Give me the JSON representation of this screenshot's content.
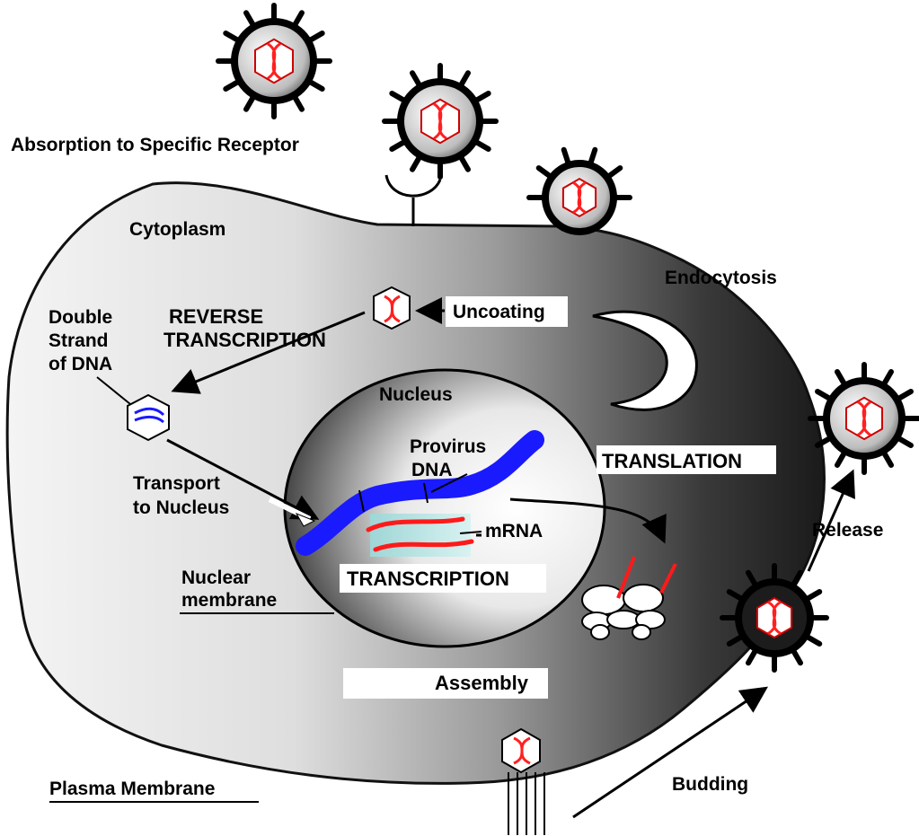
{
  "labels": {
    "absorption": "Absorption to Specific Receptor",
    "cytoplasm": "Cytoplasm",
    "endocytosis": "Endocytosis",
    "uncoating": "Uncoating",
    "double_strand_1": "Double",
    "double_strand_2": "Strand",
    "double_strand_3": "of DNA",
    "reverse_transcription_1": "REVERSE",
    "reverse_transcription_2": "TRANSCRIPTION",
    "nucleus": "Nucleus",
    "provirus_1": "Provirus",
    "provirus_2": "DNA",
    "translation": "TRANSLATION",
    "transport_1": "Transport",
    "transport_2": "to Nucleus",
    "mrna": "mRNA",
    "transcription": "TRANSCRIPTION",
    "nuclear_membrane_1": "Nuclear",
    "nuclear_membrane_2": "membrane",
    "release": "Release",
    "assembly": "Assembly",
    "plasma_membrane": "Plasma Membrane",
    "budding": "Budding"
  },
  "colors": {
    "dna_strand": "#1a1aff",
    "mrna": "#ff1a1a",
    "virus_rna": "#ff2020",
    "capsid_border": "#cc0000"
  }
}
